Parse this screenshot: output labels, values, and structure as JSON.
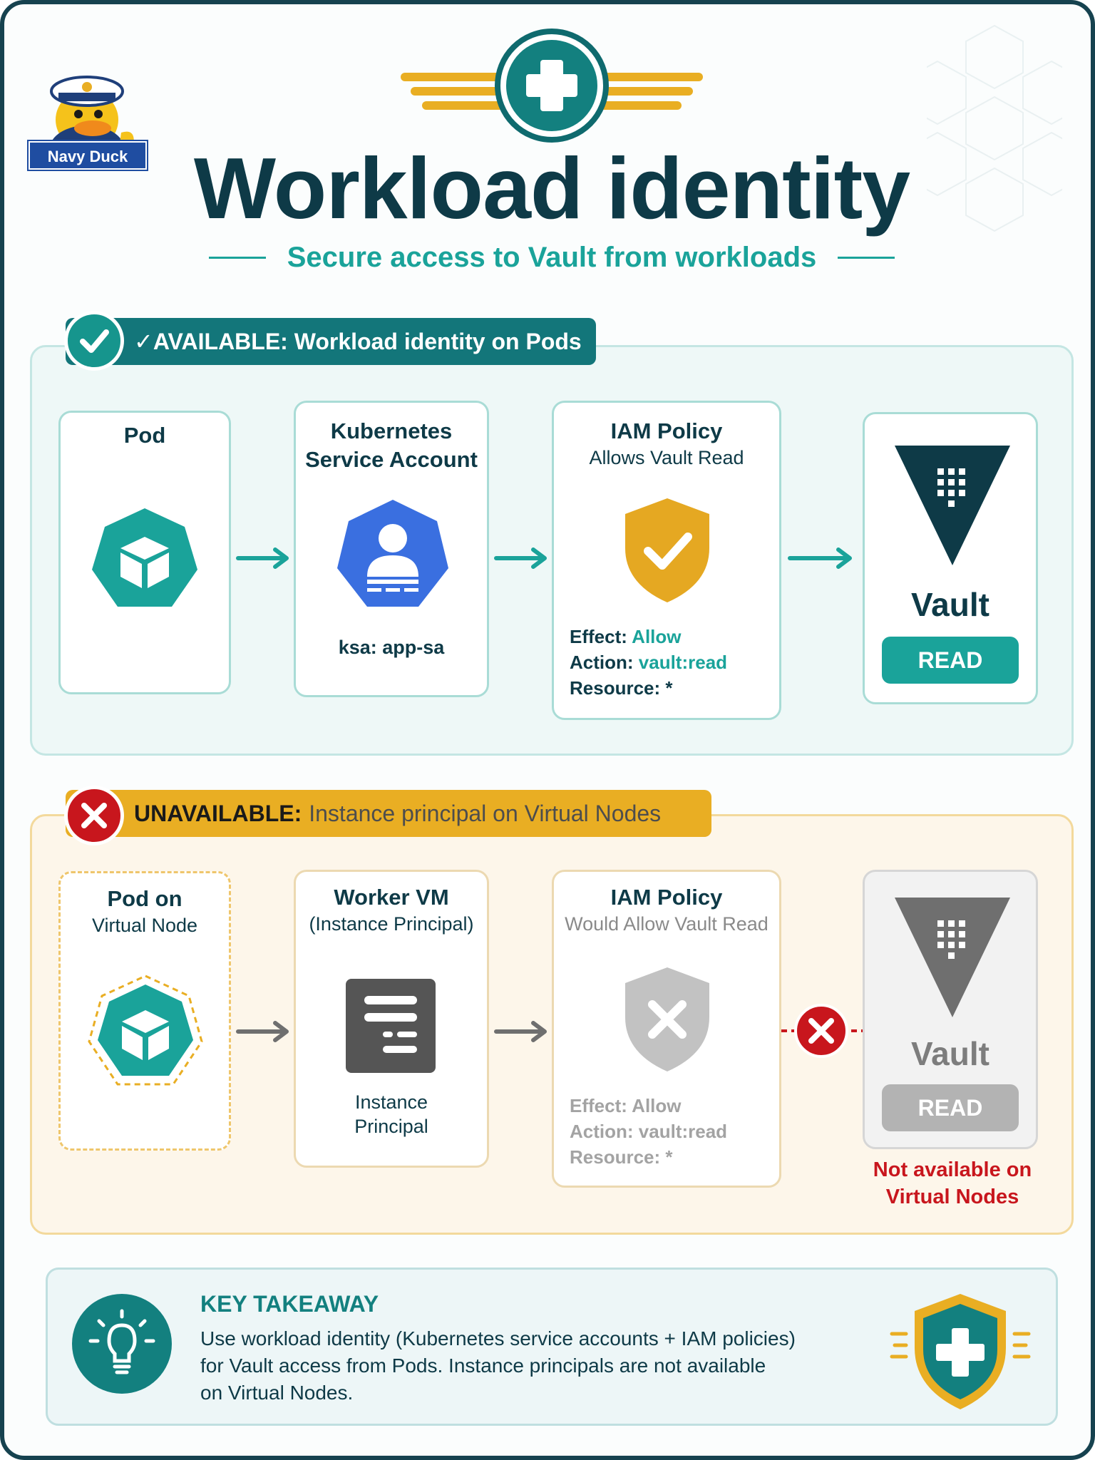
{
  "header": {
    "logo_text": "Navy Duck",
    "title": "Workload identity",
    "subtitle": "Secure access to Vault from workloads"
  },
  "available": {
    "banner": "✓AVAILABLE: Workload identity on Pods",
    "pod": {
      "title": "Pod"
    },
    "ksa": {
      "title_line1": "Kubernetes",
      "title_line2": "Service Account",
      "footer": "ksa: app-sa"
    },
    "policy": {
      "title": "IAM Policy",
      "subtitle": "Allows Vault Read",
      "effect_label": "Effect:",
      "effect_value": "Allow",
      "action_label": "Action:",
      "action_value": "vault:read",
      "resource_label": "Resource:",
      "resource_value": "*"
    },
    "vault": {
      "label": "Vault",
      "button": "READ"
    }
  },
  "unavailable": {
    "banner_bold": "UNAVAILABLE:",
    "banner_rest": "Instance principal on Virtual Nodes",
    "pod": {
      "title_line1": "Pod on",
      "title_line2": "Virtual Node"
    },
    "worker": {
      "title_line1": "Worker VM",
      "title_line2": "(Instance Principal)",
      "footer_line1": "Instance",
      "footer_line2": "Principal"
    },
    "policy": {
      "title": "IAM Policy",
      "subtitle": "Would Allow Vault Read",
      "effect_label": "Effect:",
      "effect_value": "Allow",
      "action_label": "Action:",
      "action_value": "vault:read",
      "resource_label": "Resource:",
      "resource_value": "*"
    },
    "vault": {
      "label": "Vault",
      "button": "READ"
    },
    "note_line1": "Not available on",
    "note_line2": "Virtual Nodes"
  },
  "takeaway": {
    "title": "KEY TAKEAWAY",
    "body_line1": "Use workload identity (Kubernetes service accounts + IAM policies)",
    "body_line2": "for Vault access from Pods. Instance principals are not available",
    "body_line3": "on Virtual Nodes."
  },
  "colors": {
    "navy": "#0e3a47",
    "teal": "#1aa39a",
    "dark_teal": "#13767a",
    "gold": "#e9ae23",
    "red": "#c8161d",
    "k8s_blue": "#3a6fe0",
    "grey": "#a3a3a3"
  }
}
